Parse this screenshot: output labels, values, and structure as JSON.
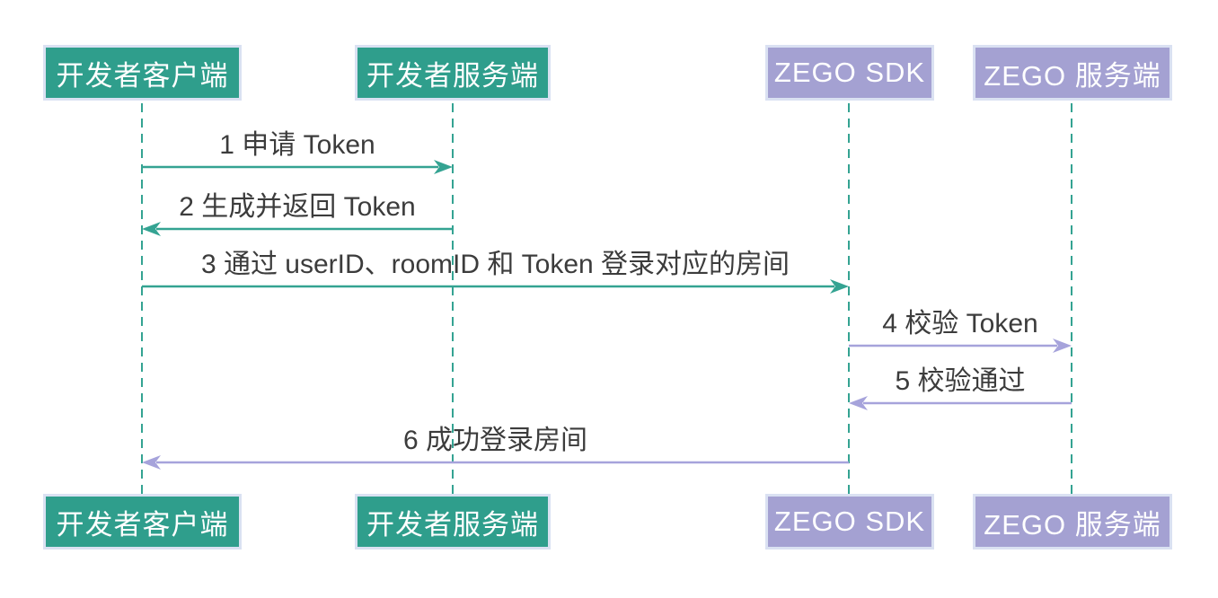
{
  "diagram": {
    "type": "sequence",
    "actors": [
      {
        "label": "开发者客户端",
        "theme": "green"
      },
      {
        "label": "开发者服务端",
        "theme": "green"
      },
      {
        "label": "ZEGO SDK",
        "theme": "purple"
      },
      {
        "label": "ZEGO 服务端",
        "theme": "purple"
      }
    ],
    "messages": [
      {
        "label": "1 申请 Token",
        "from": 0,
        "to": 1,
        "theme": "green"
      },
      {
        "label": "2 生成并返回 Token",
        "from": 1,
        "to": 0,
        "theme": "green"
      },
      {
        "label": "3 通过 userID、roomID 和 Token 登录对应的房间",
        "from": 0,
        "to": 2,
        "theme": "green"
      },
      {
        "label": "4 校验 Token",
        "from": 2,
        "to": 3,
        "theme": "purple"
      },
      {
        "label": "5 校验通过",
        "from": 3,
        "to": 2,
        "theme": "purple"
      },
      {
        "label": "6 成功登录房间",
        "from": 2,
        "to": 0,
        "theme": "purple"
      }
    ],
    "colors": {
      "actor_green": "#2F9E8C",
      "actor_purple": "#A4A1D2",
      "arrow_green": "#34A392",
      "arrow_purple": "#A6A3DB",
      "lifeline": "#34A392",
      "label_text": "#3C3C3C",
      "actor_text": "#FFFFFF",
      "actor_border": "#DAE1F2",
      "background": "#FFFFFF"
    }
  }
}
